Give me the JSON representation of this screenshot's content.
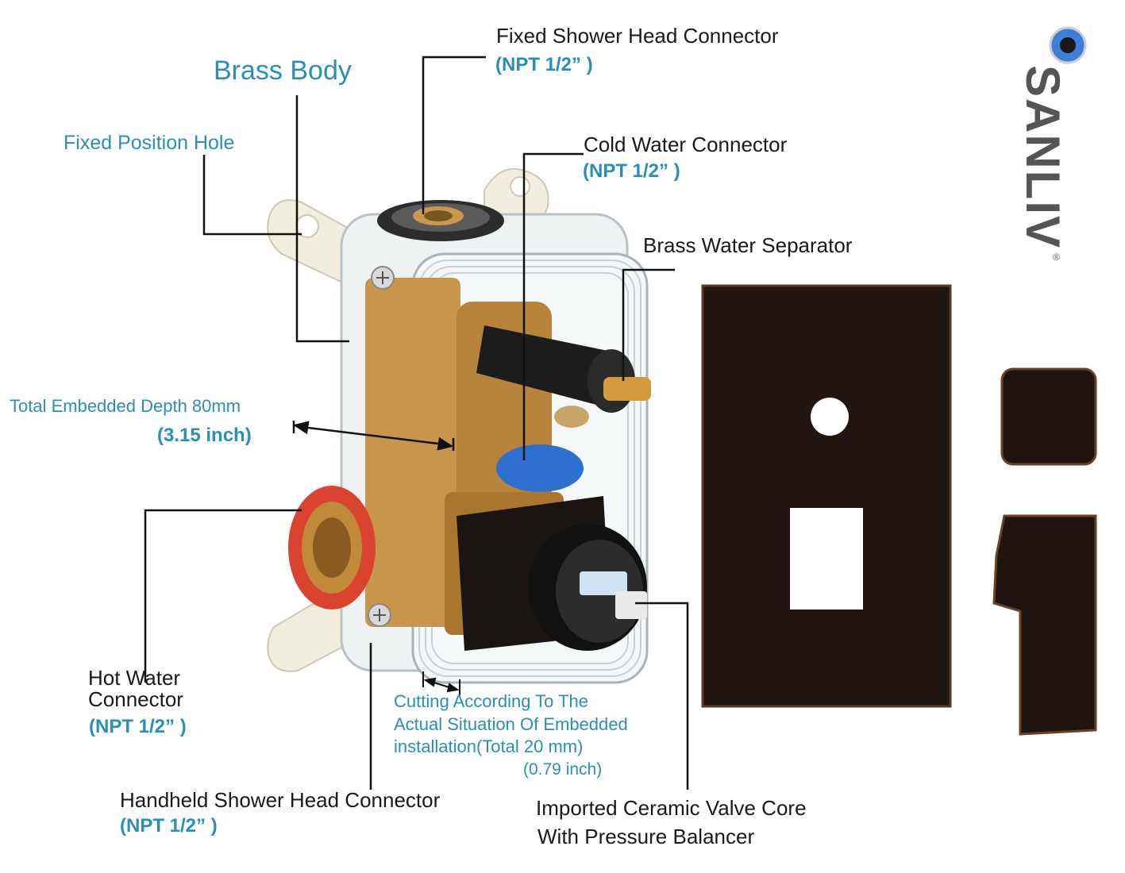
{
  "labels": {
    "brass_body": "Brass Body",
    "fixed_position_hole": "Fixed Position Hole",
    "fixed_shower_head_connector": "Fixed Shower Head Connector",
    "fixed_shower_head_npt": "(NPT 1/2” )",
    "cold_water_connector": "Cold Water Connector",
    "cold_water_npt": "(NPT 1/2” )",
    "brass_water_separator": "Brass Water Separator",
    "total_depth_line1": "Total Embedded Depth 80mm",
    "total_depth_line2": "(3.15 inch)",
    "hot_water_line1": "Hot Water",
    "hot_water_line2": "Connector",
    "hot_water_npt": "(NPT 1/2” )",
    "cutting_line1": "Cutting According To The",
    "cutting_line2": "Actual Situation Of Embedded",
    "cutting_line3": "installation(Total 20 mm)",
    "cutting_line4": "(0.79 inch)",
    "handheld_connector": "Handheld Shower Head Connector",
    "handheld_npt": "(NPT 1/2” )",
    "ceramic_line1": "Imported Ceramic Valve Core",
    "ceramic_line2": "With Pressure Balancer"
  },
  "brand": {
    "name": "SANLIV",
    "registered": "®"
  },
  "colors": {
    "label_blue": "#2a8fb8",
    "label_dark": "#1a1a1a",
    "brass": "#c8964a",
    "bronze_black": "#2b1d16",
    "red_ring": "#d9432f",
    "blue_ring": "#2f6fd0"
  }
}
